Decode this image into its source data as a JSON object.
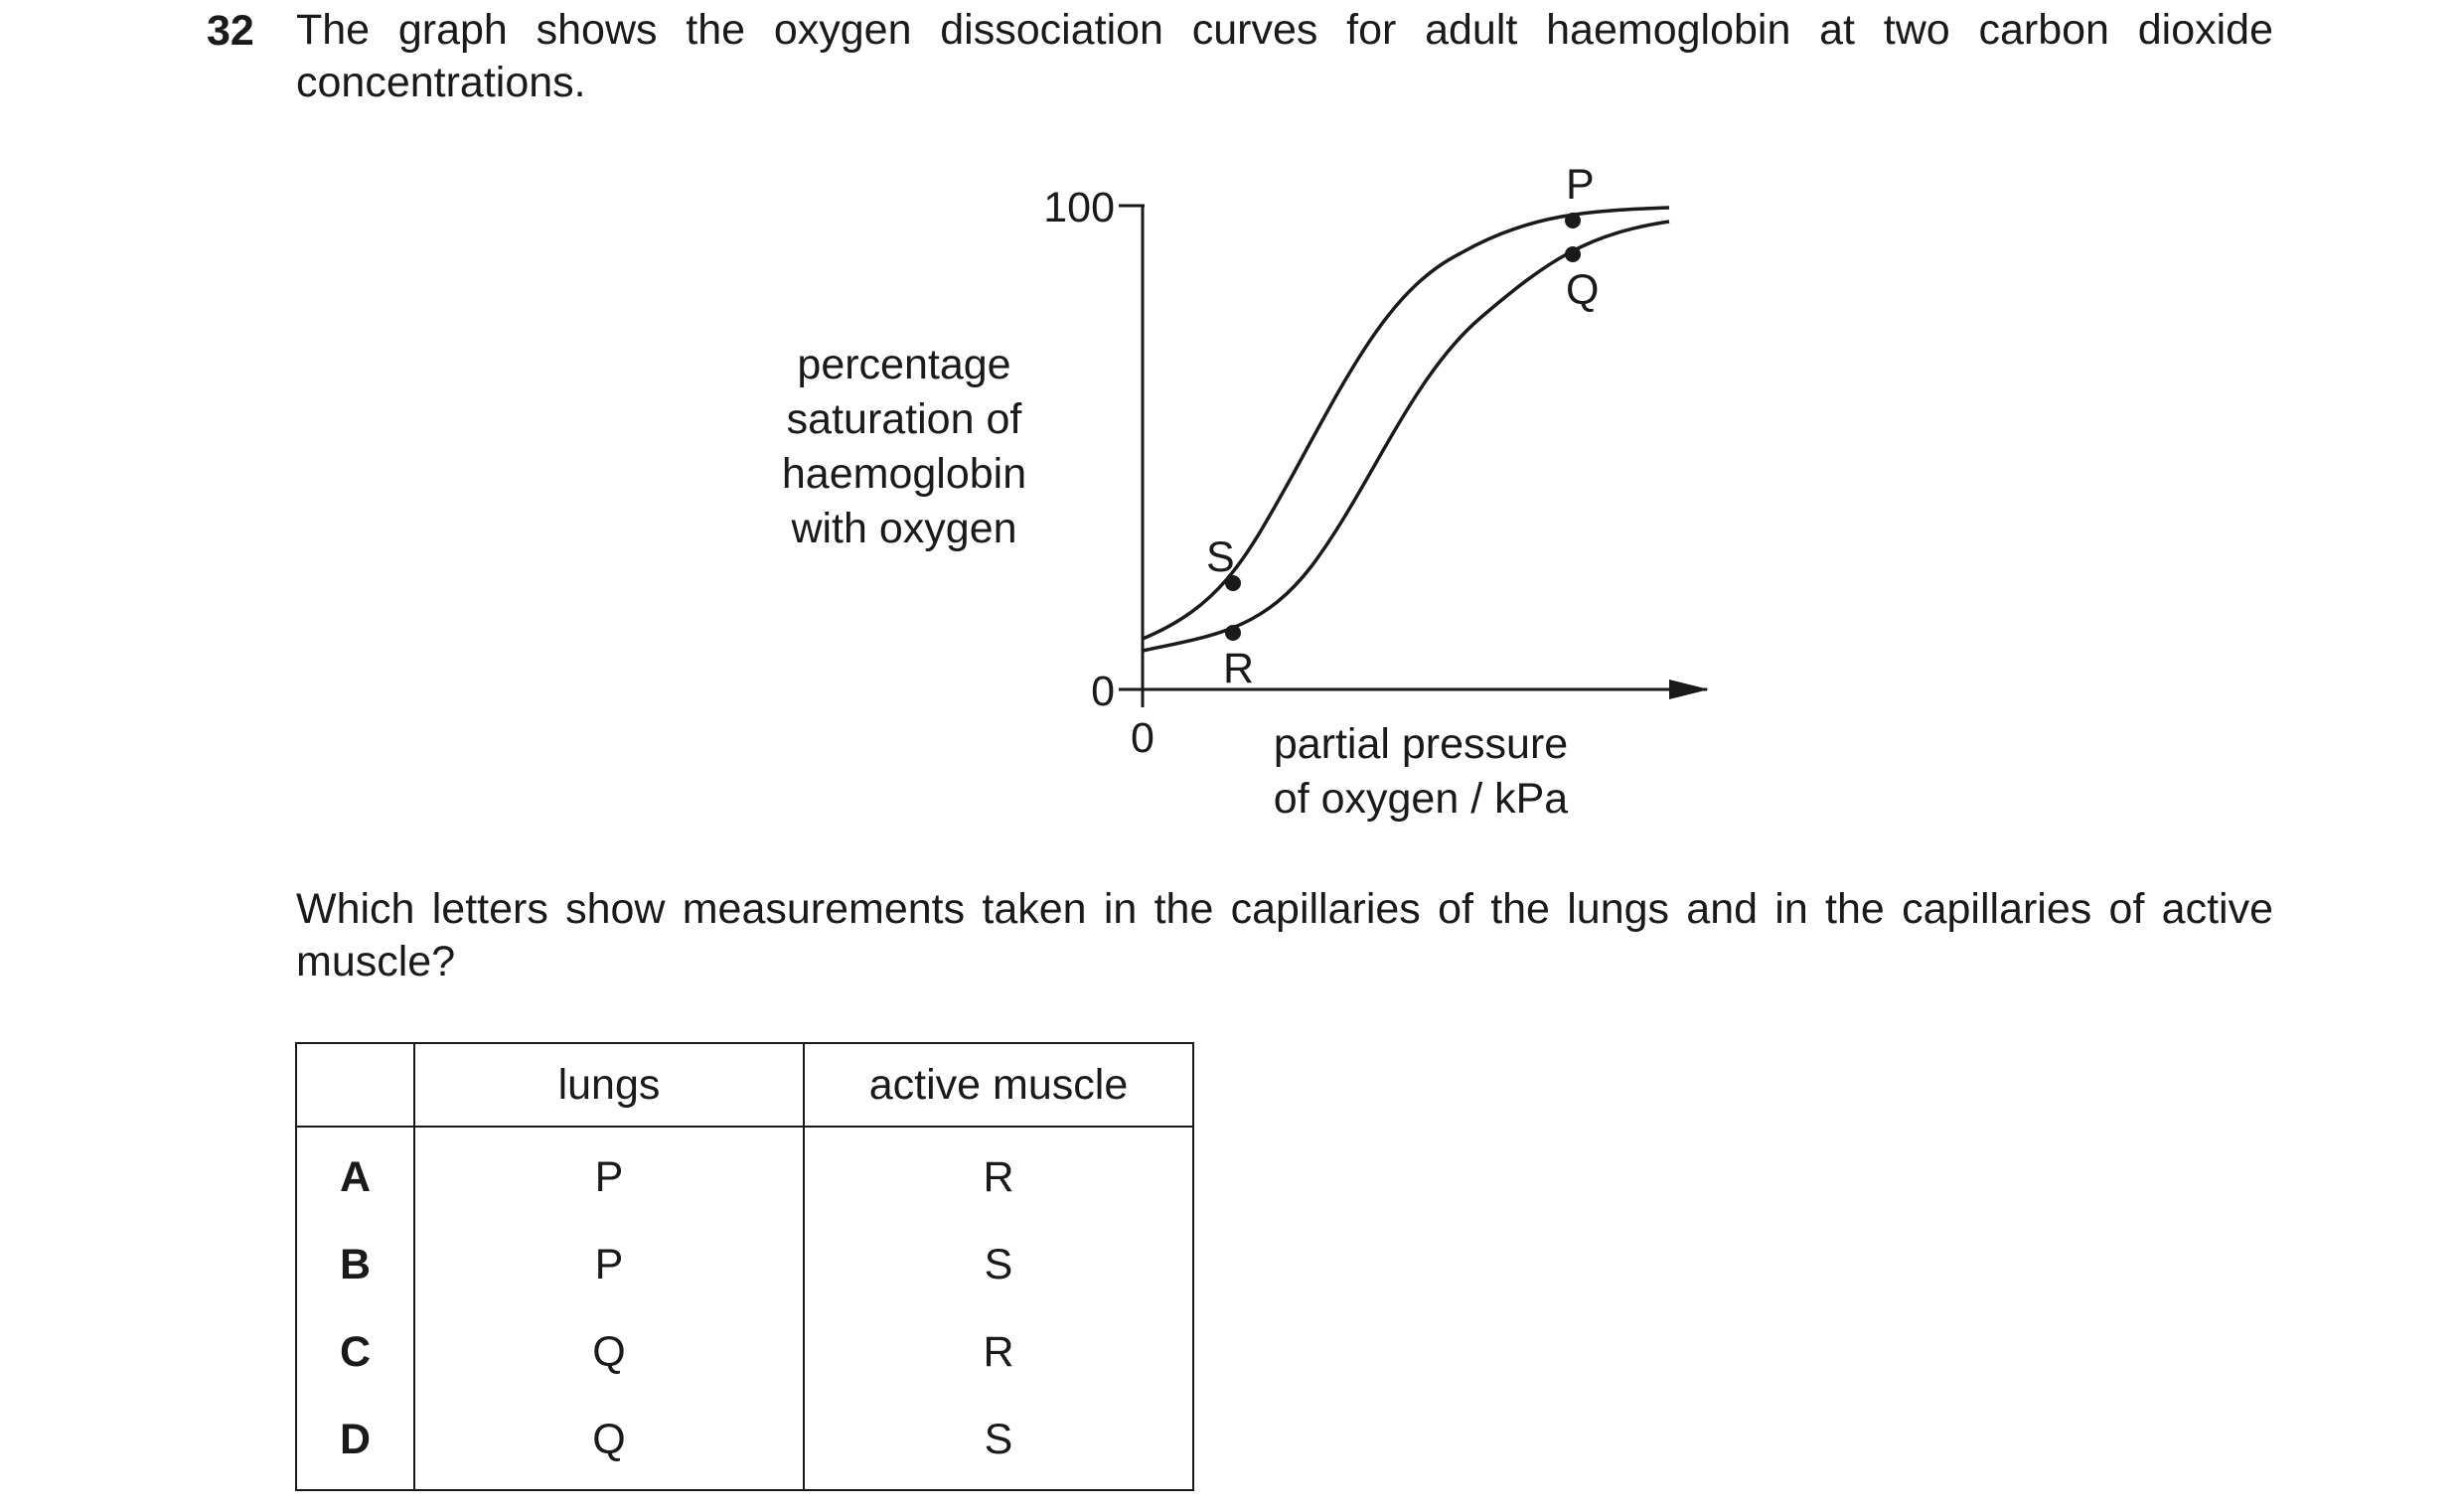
{
  "question": {
    "number": "32",
    "stem": "The graph shows the oxygen dissociation curves for adult haemoglobin at two carbon dioxide concentrations.",
    "prompt": "Which letters show measurements taken in the capillaries of the lungs and in the capillaries of active muscle?"
  },
  "graph": {
    "y_axis_label_lines": [
      "percentage",
      "saturation of",
      "haemoglobin",
      "with oxygen"
    ],
    "x_axis_label_lines": [
      "partial pressure",
      "of oxygen / kPa"
    ],
    "y_tick_top": "100",
    "y_tick_bottom": "0",
    "x_tick_origin": "0",
    "points": {
      "P": "P",
      "Q": "Q",
      "R": "R",
      "S": "S"
    }
  },
  "options_table": {
    "headers": [
      "",
      "lungs",
      "active muscle"
    ],
    "rows": [
      {
        "option": "A",
        "lungs": "P",
        "muscle": "R"
      },
      {
        "option": "B",
        "lungs": "P",
        "muscle": "S"
      },
      {
        "option": "C",
        "lungs": "Q",
        "muscle": "R"
      },
      {
        "option": "D",
        "lungs": "Q",
        "muscle": "S"
      }
    ]
  }
}
